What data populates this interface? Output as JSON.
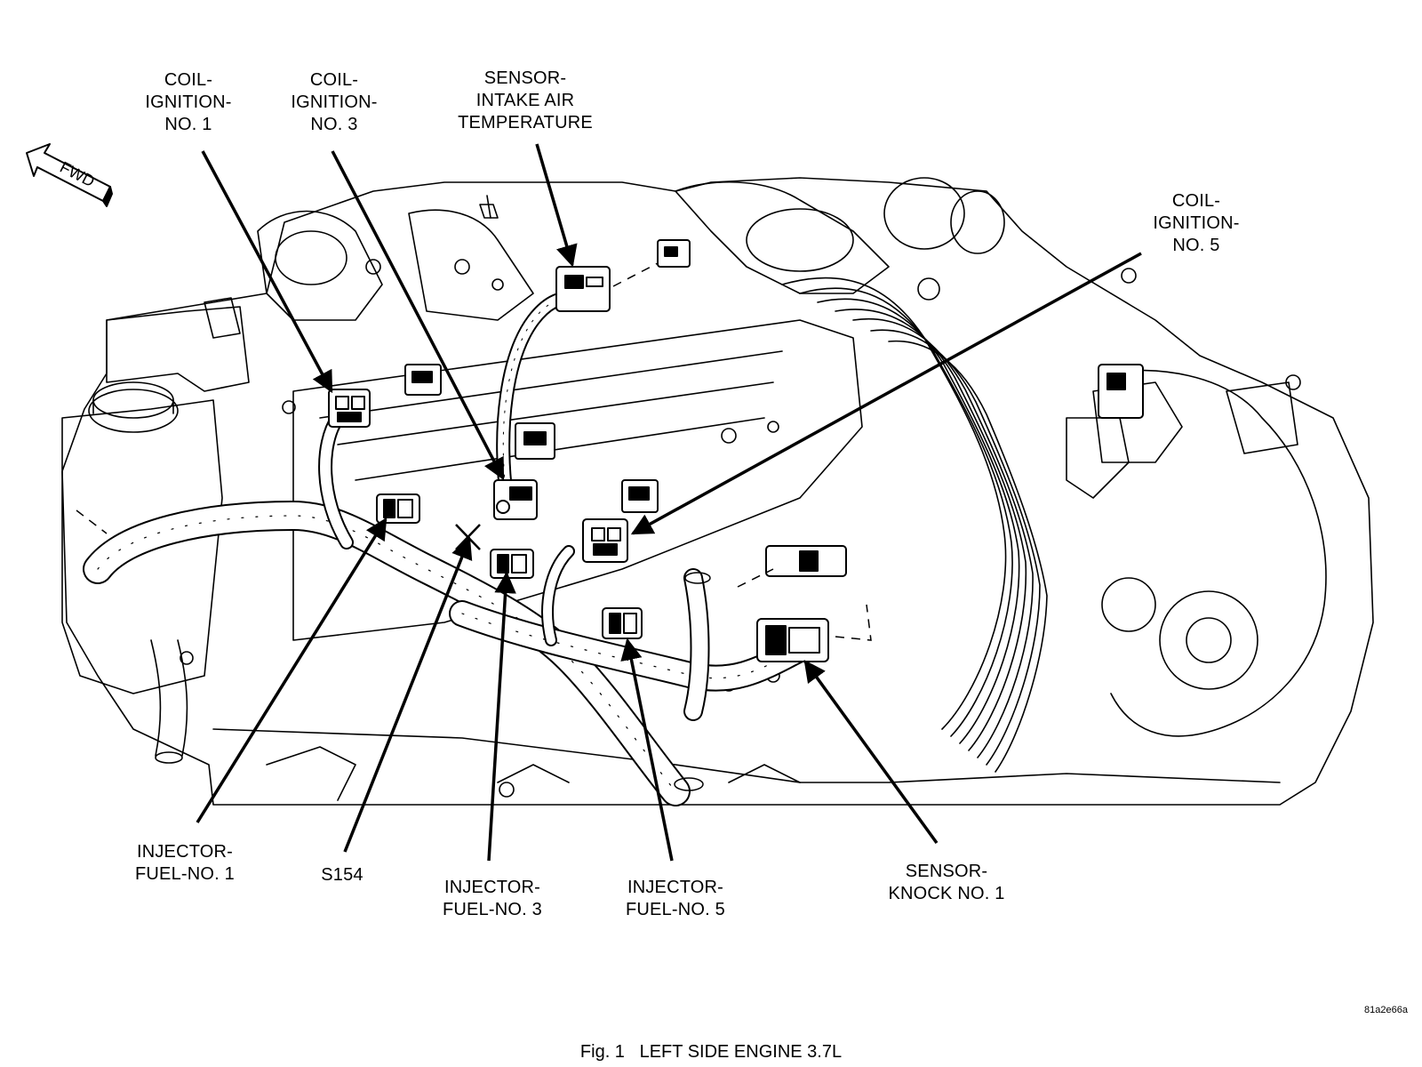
{
  "labels": {
    "coil_no1": [
      "COIL-",
      "IGNITION-",
      "NO. 1"
    ],
    "coil_no3": [
      "COIL-",
      "IGNITION-",
      "NO. 3"
    ],
    "sensor_iat": [
      "SENSOR-",
      "INTAKE AIR",
      "TEMPERATURE"
    ],
    "coil_no5": [
      "COIL-",
      "IGNITION-",
      "NO. 5"
    ],
    "injector_no1": [
      "INJECTOR-",
      "FUEL-NO. 1"
    ],
    "s154": [
      "S154"
    ],
    "injector_no3": [
      "INJECTOR-",
      "FUEL-NO. 3"
    ],
    "injector_no5": [
      "INJECTOR-",
      "FUEL-NO. 5"
    ],
    "sensor_knock": [
      "SENSOR-",
      "KNOCK NO. 1"
    ]
  },
  "fwd_label": "FWD",
  "reference_code": "81a2e66a",
  "caption": "Fig. 1   LEFT SIDE ENGINE 3.7L",
  "colors": {
    "ink": "#000000",
    "paper": "#ffffff"
  }
}
